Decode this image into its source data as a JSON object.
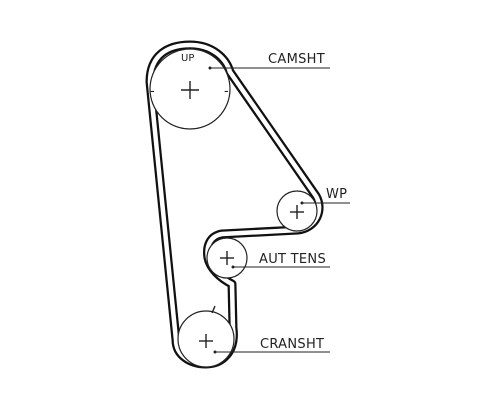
{
  "colors": {
    "belt": "#111111",
    "line": "#222222",
    "background": "#ffffff"
  },
  "labels": {
    "camshaft": "CAMSHT",
    "water_pump": "WP",
    "tensioner": "AUT TENS",
    "crankshaft": "CRANSHT",
    "up": "UP",
    "minus_left": "-",
    "minus_right": "-"
  }
}
